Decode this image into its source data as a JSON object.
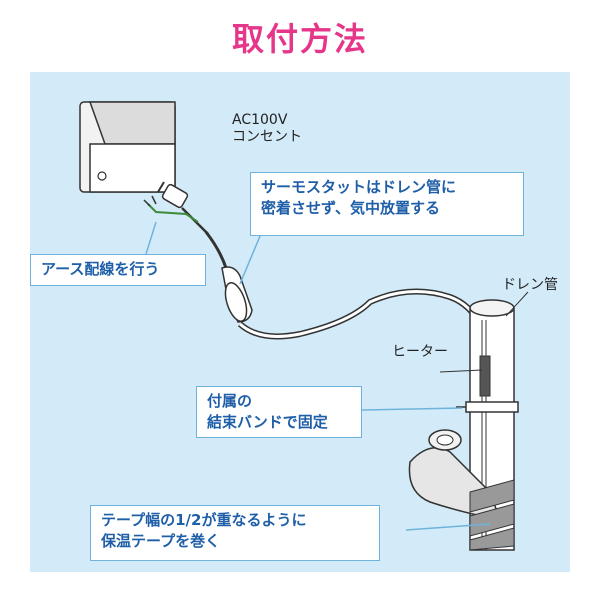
{
  "title": "取付方法",
  "labels": {
    "outlet_line1": "AC100V",
    "outlet_line2": "コンセント",
    "drain_pipe": "ドレン管",
    "heater": "ヒーター"
  },
  "callouts": {
    "thermostat": [
      "サーモスタットはドレン管に",
      "密着させず、気中放置する"
    ],
    "ground": [
      "アース配線を行う"
    ],
    "band": [
      "付属の",
      "結束バンドで固定"
    ],
    "tape": [
      "テープ幅の1/2が重なるように",
      "保温テープを巻く"
    ]
  },
  "colors": {
    "title": "#e5368a",
    "background_panel": "#d3ebf8",
    "callout_text": "#1f5fa8",
    "callout_border": "#6fb3dc",
    "ground_wire": "#3f8a3a",
    "leader_line": "#6fb3dc"
  }
}
